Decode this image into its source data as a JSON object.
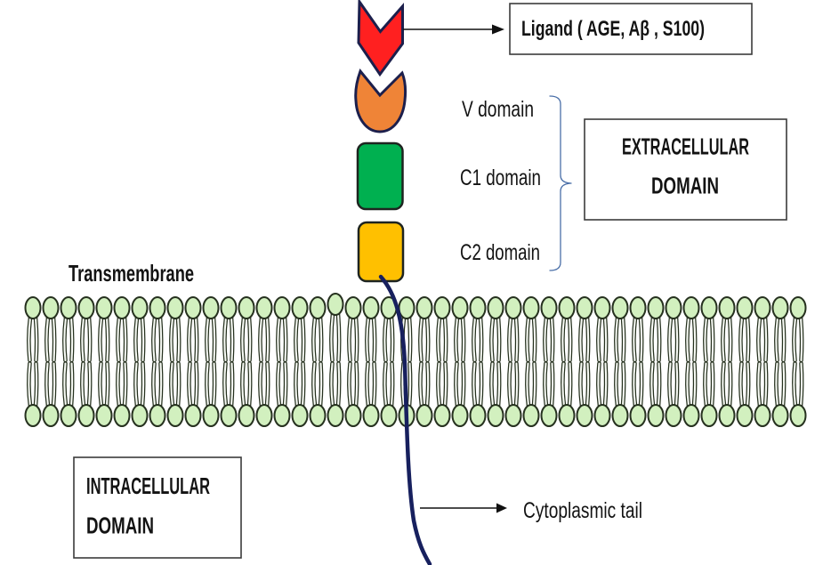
{
  "ligand": {
    "label": "Ligand ( AGE, Aβ , S100)",
    "color": "#ff2020"
  },
  "receptor": {
    "extracellular_domains": [
      {
        "label": "V domain",
        "color": "#ef8437"
      },
      {
        "label": "C1 domain",
        "color": "#00b050"
      },
      {
        "label": "C2 domain",
        "color": "#ffc000"
      }
    ],
    "cytoplasmic_tail": {
      "label": "Cytoplasmic tail",
      "color": "#17205e"
    }
  },
  "extracellular_region": {
    "label_lines": [
      "EXTRACELLULAR",
      "DOMAIN"
    ],
    "brace_color": "#4a6fa8"
  },
  "intracellular_region": {
    "label_lines": [
      "INTRACELLULAR",
      "DOMAIN"
    ]
  },
  "membrane": {
    "label": "Transmembrane",
    "phospholipids_per_leaflet": 44,
    "head_color": "#d2f0bf",
    "outline_color": "#26311f",
    "tail_fill_color": "#f8fbf5"
  }
}
